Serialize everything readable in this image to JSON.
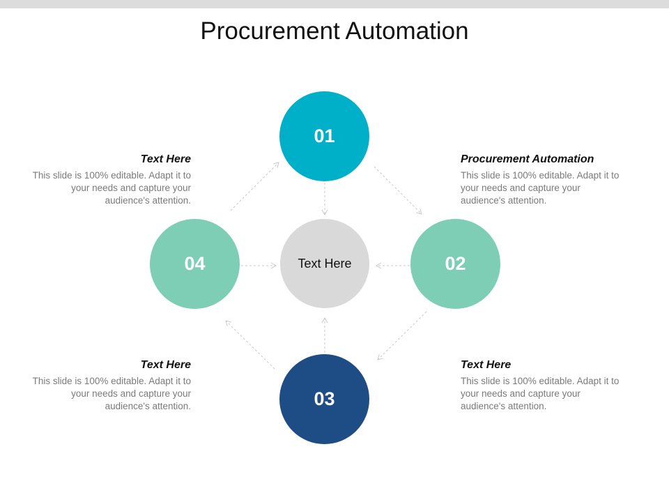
{
  "title": "Procurement Automation",
  "center": {
    "label": "Text Here",
    "color": "#d9d9d9"
  },
  "colors": {
    "teal": "#00b0c8",
    "mint": "#7dceb4",
    "navy": "#1e4c84",
    "connector": "#c8c8c8"
  },
  "steps": [
    {
      "number": "01",
      "color": "#00b0c8"
    },
    {
      "number": "02",
      "color": "#7dceb4"
    },
    {
      "number": "03",
      "color": "#1e4c84"
    },
    {
      "number": "04",
      "color": "#7dceb4"
    }
  ],
  "blocks": {
    "top_left": {
      "heading": "Text Here",
      "body": "This slide is 100% editable. Adapt it to your needs and capture your audience's attention."
    },
    "top_right": {
      "heading": "Procurement Automation",
      "body": "This slide is 100% editable. Adapt it to your needs and capture your audience's attention."
    },
    "bottom_left": {
      "heading": "Text Here",
      "body": "This slide is 100% editable. Adapt it to your needs and capture your audience's attention."
    },
    "bottom_right": {
      "heading": "Text Here",
      "body": "This slide is 100% editable. Adapt it to your needs and capture your audience's attention."
    }
  }
}
